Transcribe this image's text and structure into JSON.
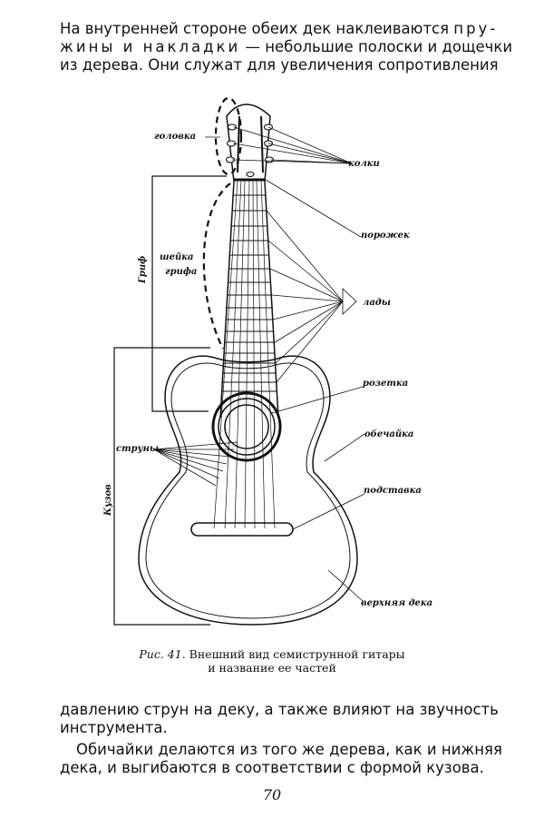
{
  "top_text": {
    "line1_a": "На внутренней стороне обеих дек наклеиваются ",
    "line1_b": "пру-",
    "line2_a": "жины и накладки",
    "line2_b": " — небольшие полоски и дощечки",
    "line3": "из дерева.  Они служат для увеличения  сопротивления"
  },
  "figure": {
    "labels": {
      "golovka": "головка",
      "kolki": "колки",
      "porozhek": "порожек",
      "lady": "лады",
      "sheyka_1": "шейка",
      "sheyka_2": "грифа",
      "grif": "Гриф",
      "rozetka": "розетка",
      "obechayka": "обечайка",
      "struny": "струны",
      "kuzov": "Кузов",
      "podstavka": "подставка",
      "verkhnyaya_deka": "верхняя дека"
    }
  },
  "caption": {
    "fig_num": "Рис. 41.",
    "line1": "Внешний вид семиструнной гитары",
    "line2": "и название ее частей"
  },
  "bottom_text": {
    "line1": "давлению струн на деку, а также влияют на звучность",
    "line2": "инструмента.",
    "line3": "Обичайки делаются из того же дерева, как и нижняя",
    "line4": "дека, и выгибаются в соответствии с формой кузова."
  },
  "page_number": "70"
}
